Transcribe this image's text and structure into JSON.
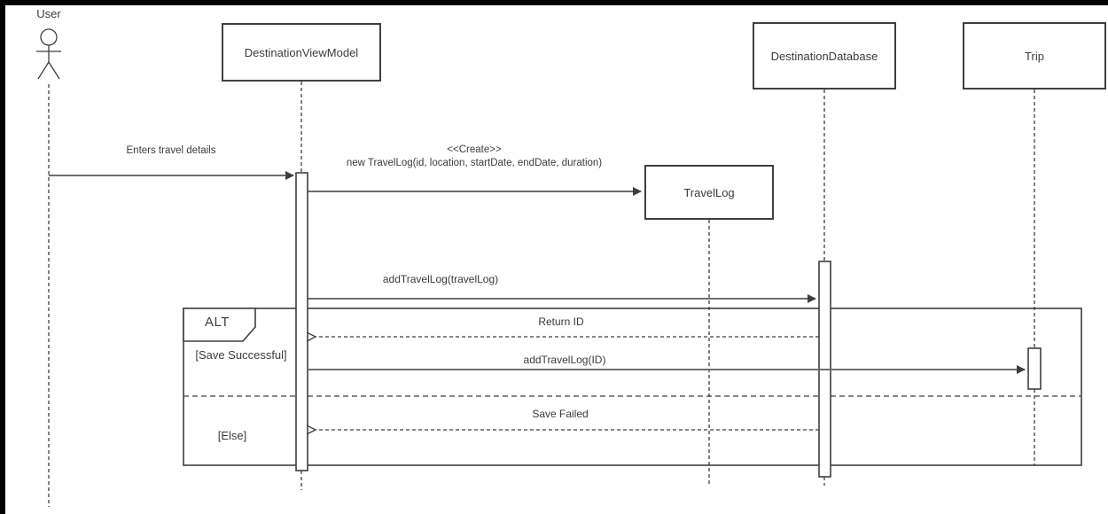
{
  "diagram_type": "uml-sequence",
  "participants": [
    {
      "label": "User",
      "type": "actor"
    },
    {
      "label": "DestinationViewModel",
      "type": "object"
    },
    {
      "label": "DestinationDatabase",
      "type": "object"
    },
    {
      "label": "Trip",
      "type": "object"
    },
    {
      "label": "TravelLog",
      "type": "object-created"
    }
  ],
  "messages": [
    {
      "from": "User",
      "to": "DestinationViewModel",
      "label": "Enters travel details",
      "kind": "sync-call"
    },
    {
      "from": "DestinationViewModel",
      "to": "TravelLog",
      "stereotype": "<<Create>>",
      "label": "new TravelLog(id, location, startDate, endDate, duration)",
      "kind": "create"
    },
    {
      "from": "DestinationViewModel",
      "to": "DestinationDatabase",
      "label": "addTravelLog(travelLog)",
      "kind": "sync-call"
    },
    {
      "from": "DestinationDatabase",
      "to": "DestinationViewModel",
      "label": "Return ID",
      "kind": "return"
    },
    {
      "from": "DestinationViewModel",
      "to": "Trip",
      "label": "addTravelLog(ID)",
      "kind": "sync-call"
    },
    {
      "from": "DestinationDatabase",
      "to": "DestinationViewModel",
      "label": "Save Failed",
      "kind": "return"
    }
  ],
  "alt_frame": {
    "operator": "ALT",
    "branches": [
      {
        "guard": "[Save Successful]"
      },
      {
        "guard": "[Else]"
      }
    ]
  },
  "colors": {
    "stroke": "#3f3f3f",
    "text": "#3b3b3b",
    "canvas_background": "#ffffff",
    "window_border": "#000000"
  }
}
